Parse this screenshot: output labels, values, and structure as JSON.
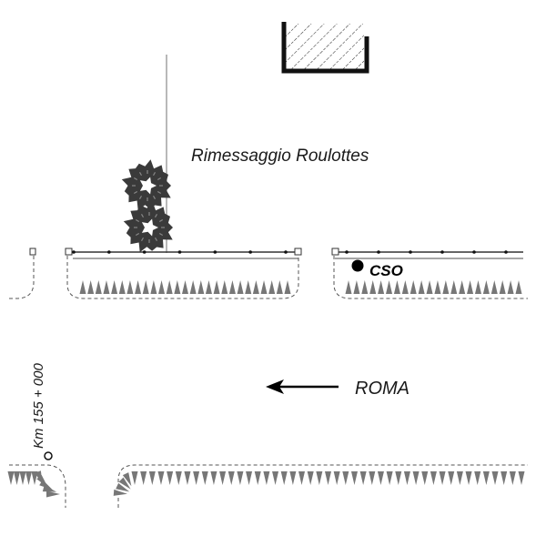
{
  "title": "Rimessaggio Roulottes site plan",
  "labels": {
    "area_name": "Rimessaggio Roulottes",
    "direction": "ROMA",
    "marker": "CSO",
    "kilometer": "Km 155 + 000"
  },
  "icons": {
    "building": "hatched-building-icon",
    "trees": "tree-icon",
    "direction_arrow": "arrow-left-icon",
    "cso_point": "filled-circle-icon",
    "km_marker": "circle-marker-icon",
    "cone": "traffic-cone-icon"
  },
  "counts": {
    "tree_count": 2,
    "upper_left_cones": 27,
    "upper_right_cones": 22,
    "lower_left_corner_cones": 5,
    "lower_left_arc_cones": 5,
    "lower_main_cones": 45,
    "lower_main_arc_cones": 4
  },
  "colors": {
    "line": "#333333",
    "cone": "#777777",
    "tree": "#3a3a3a",
    "text": "#1a1a1a"
  }
}
